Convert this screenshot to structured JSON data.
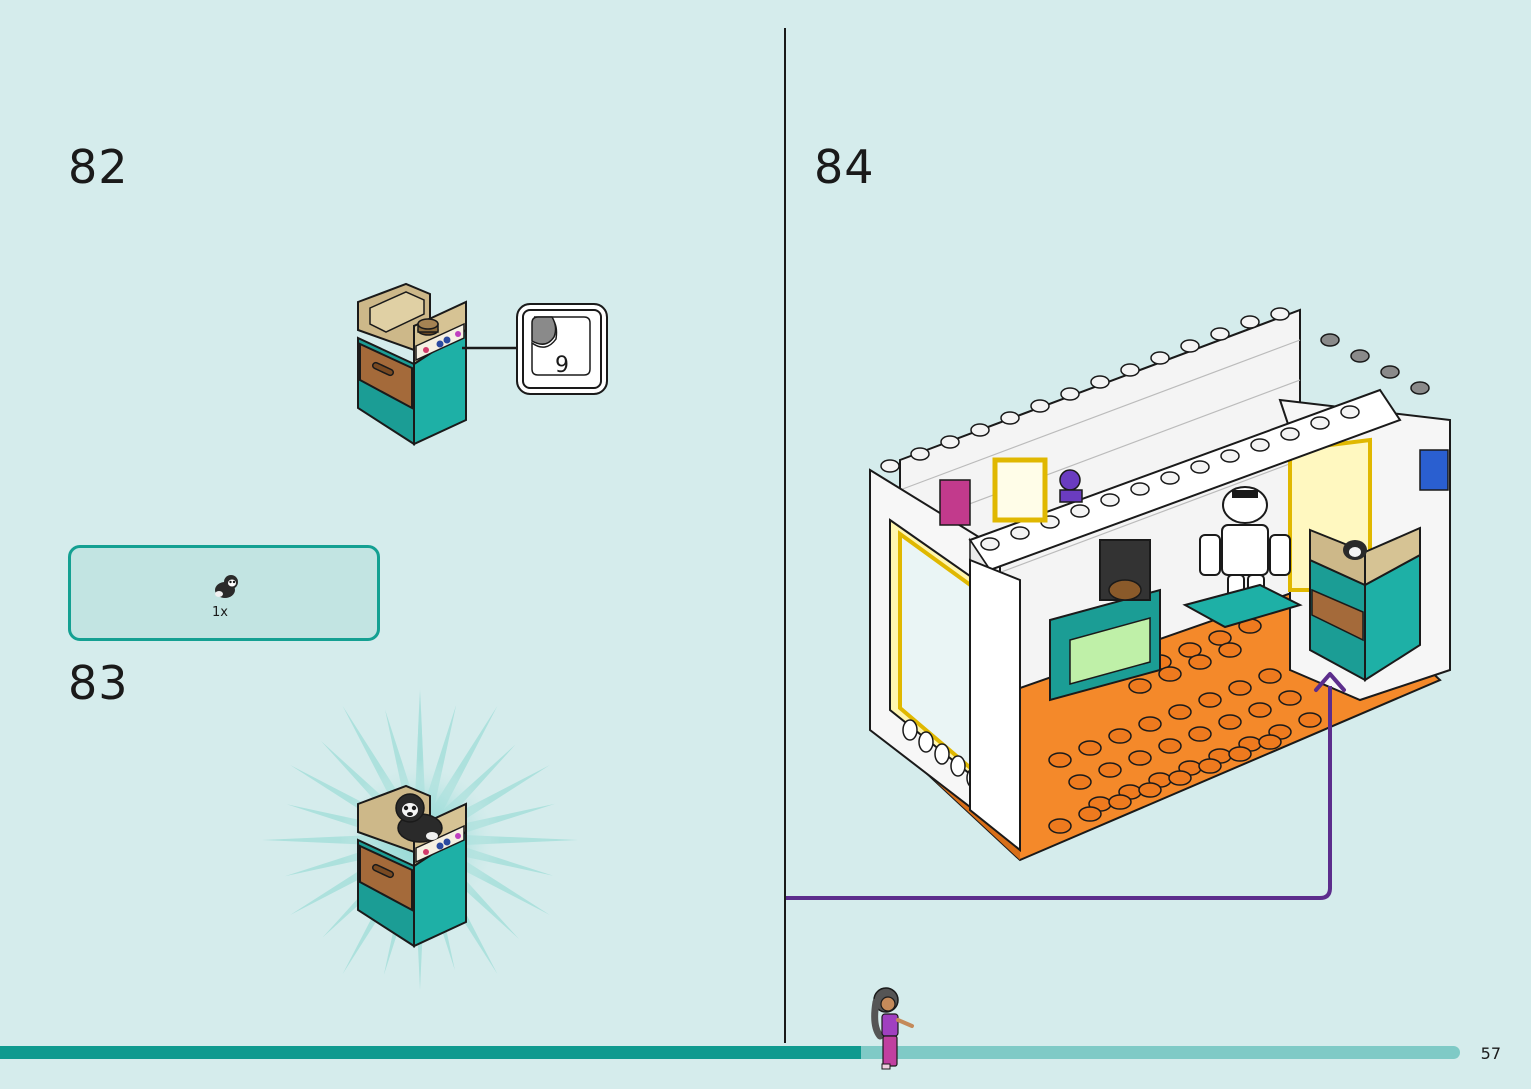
{
  "steps": {
    "step_82": "82",
    "step_83": "83",
    "step_84": "84"
  },
  "step82": {
    "sticker_callout_number": "9"
  },
  "parts_list": {
    "items": [
      {
        "icon": "black-white-puppy-figure-icon",
        "quantity": "1x"
      }
    ]
  },
  "page": {
    "number": "57",
    "progress": 0.59
  },
  "colors": {
    "background": "#d5ecec",
    "accent_teal": "#14a092",
    "progress_fill": "#0f9a8f",
    "progress_track": "#7fcac6",
    "arrow_purple": "#5c2d8c",
    "floor_orange": "#f4892a"
  }
}
